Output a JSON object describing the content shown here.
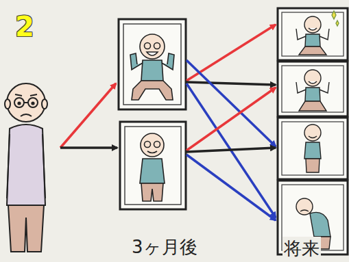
{
  "diagram": {
    "labels": [
      "2",
      "3ヶ月後",
      "将来"
    ]
  }
}
